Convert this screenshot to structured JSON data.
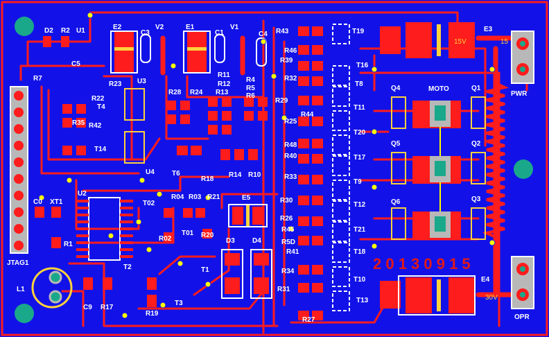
{
  "board": {
    "date_code": "2 0 1 3 0 9 1 5",
    "colors": {
      "substrate": "#1212e8",
      "copper": "#ff1c1c",
      "silkscreen": "#ffffff",
      "pad": "#b8b8b8",
      "date": "#e01818",
      "via": "#ffff00",
      "hole": "#1aa88a"
    }
  },
  "labels": {
    "d2": "D2",
    "r2": "R2",
    "u1": "U1",
    "e2": "E2",
    "c3": "C3",
    "v2": "V2",
    "e1": "E1",
    "c1": "C1",
    "v1": "V1",
    "c4": "C4",
    "r43": "R43",
    "t19": "T19",
    "e3": "E3",
    "r46": "R46",
    "r39": "R39",
    "t16": "T16",
    "r32": "R32",
    "t8": "T8",
    "r7": "R7",
    "c5": "C5",
    "r23": "R23",
    "u3": "U3",
    "r11": "R11",
    "r4": "R4",
    "r12": "R12",
    "r5": "R5",
    "r6": "R6",
    "r13": "R13",
    "r28": "R28",
    "r24": "R24",
    "r22": "R22",
    "t4": "T4",
    "r35": "R35",
    "r42": "R42",
    "t14": "T14",
    "r29": "R29",
    "t11": "T11",
    "r44": "R44",
    "r25": "R25",
    "t20": "T20",
    "r48": "R48",
    "r40": "R40",
    "t17": "T17",
    "r33": "R33",
    "t9": "T9",
    "r30": "R30",
    "t12": "T12",
    "r26": "R26",
    "t21": "T21",
    "r45": "R45",
    "r50": "R5D",
    "r41": "R41",
    "t18": "T18",
    "r34": "R34",
    "t10": "T10",
    "r31": "R31",
    "t13": "T13",
    "r27": "R27",
    "q4": "Q4",
    "moto": "MOTO",
    "q1": "Q1",
    "q5": "Q5",
    "q2": "Q2",
    "q6": "Q6",
    "q3": "Q3",
    "pwr": "PWR",
    "opr": "OPR",
    "e4": "E4",
    "u4": "U4",
    "t6": "T6",
    "r18": "R18",
    "r14": "R14",
    "r10": "R10",
    "u2": "U2",
    "c0": "C0",
    "xt1": "XT1",
    "r1": "R1",
    "jtag": "JTAG1",
    "l1": "L1",
    "t2": "T2",
    "c9": "C9",
    "r17": "R17",
    "t3": "T3",
    "r19": "R19",
    "t1": "T1",
    "t02": "T02",
    "r04": "R04",
    "r03": "R03",
    "r21": "R21",
    "e5": "E5",
    "t01": "T01",
    "r02": "R02",
    "r20": "R20",
    "d3": "D3",
    "d4": "D4"
  },
  "copper_text": {
    "v15a": "15V",
    "v15b": "15",
    "v30": "30V"
  }
}
